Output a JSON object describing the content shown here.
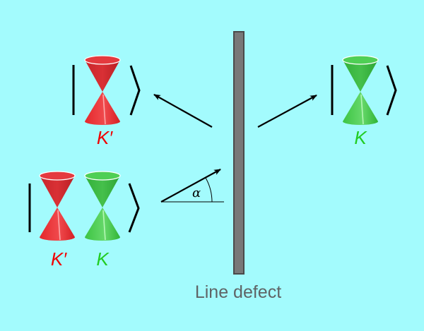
{
  "diagram": {
    "background_color": "#a3fbfd",
    "defect": {
      "label": "Line defect",
      "fill_color": "#787878",
      "border_color": "#4a4a4a",
      "text_color": "#5f6466"
    },
    "incident_state": {
      "cones": [
        {
          "valley": "K'",
          "label": "K′",
          "color": "#e8262b"
        },
        {
          "valley": "K",
          "label": "K",
          "color": "#2fbf2f"
        }
      ]
    },
    "reflected_state": {
      "cones": [
        {
          "valley": "K'",
          "label": "K′",
          "color": "#e8262b"
        }
      ]
    },
    "transmitted_state": {
      "cones": [
        {
          "valley": "K",
          "label": "K",
          "color": "#2fbf2f"
        }
      ]
    },
    "incidence_angle": {
      "symbol": "α"
    },
    "label_colors": {
      "K_prime": "#f00000",
      "K": "#22cc22"
    }
  }
}
